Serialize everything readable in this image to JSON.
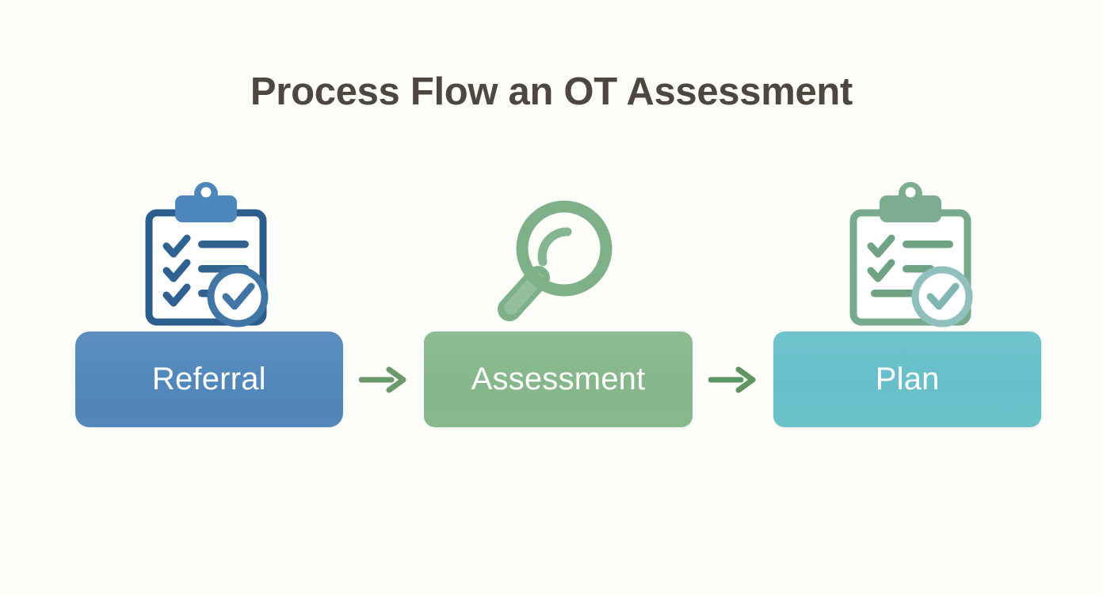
{
  "page": {
    "title": "Process Flow an OT Assessment",
    "background_color": "#fdfdfa",
    "title_color": "#4d473f"
  },
  "diagram": {
    "type": "process-flow",
    "orientation": "horizontal",
    "steps": [
      {
        "label": "Referral",
        "icon": "clipboard-check-icon",
        "icon_color": "#2f6291",
        "box_color": "#5187bb",
        "text_color": "#ffffff"
      },
      {
        "label": "Assessment",
        "icon": "magnifying-glass-icon",
        "icon_color": "#7fb189",
        "box_color": "#86b78b",
        "text_color": "#ffffff"
      },
      {
        "label": "Plan",
        "icon": "clipboard-check-icon",
        "icon_color": "#7cab92",
        "box_color": "#68bfc9",
        "text_color": "#ffffff"
      }
    ],
    "connectors": [
      {
        "from": "Referral",
        "to": "Assessment",
        "icon": "arrow-right-icon",
        "color": "#6a9a6e"
      },
      {
        "from": "Assessment",
        "to": "Plan",
        "icon": "arrow-right-icon",
        "color": "#5e9565"
      }
    ]
  }
}
